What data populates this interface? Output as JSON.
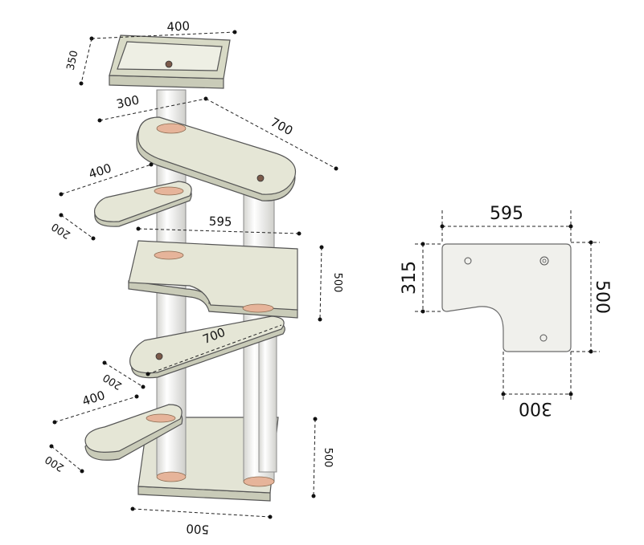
{
  "colors": {
    "board_top": "#e7e8d9",
    "board_edge": "#c9cbb8",
    "board_bottom": "#d8dac6",
    "pole": "#f4f4f2",
    "pole_shade": "#d7d7d3",
    "ring": "#e6b49a",
    "plate_top": "#f0f0ec",
    "plate_stroke": "#6a6a6a"
  },
  "labels": {
    "bed_width": "400",
    "bed_depth": "350",
    "top_shelf_width": "300",
    "top_shelf_length": "700",
    "upper_step_length": "400",
    "upper_step_width": "200",
    "corner_width": "595",
    "corner_depth": "500",
    "lower_shelf_length": "700",
    "lower_shelf_width": "200",
    "lower_step_length": "400",
    "lower_step_width": "200",
    "base_depth": "500",
    "base_width": "500"
  },
  "plate": {
    "width": "595",
    "height": "500",
    "notch_height": "315",
    "notch_width": "300"
  }
}
